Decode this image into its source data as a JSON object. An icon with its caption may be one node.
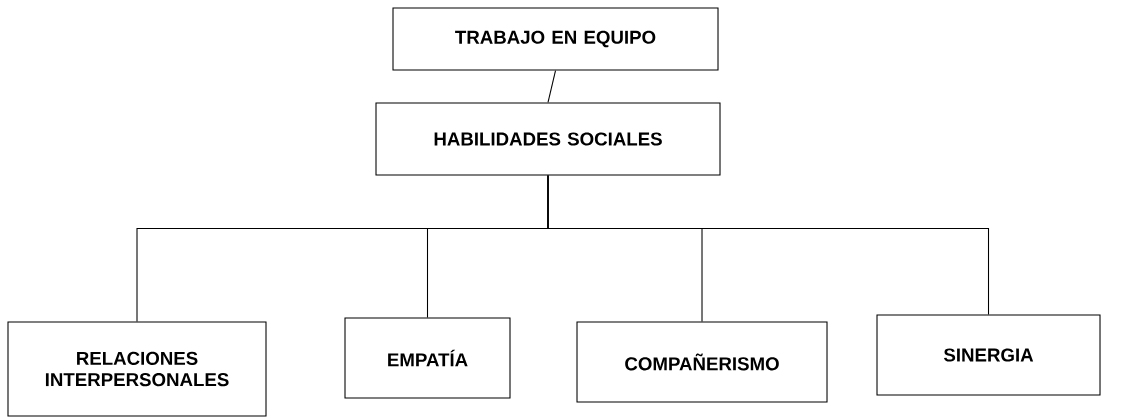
{
  "diagram": {
    "nodes": [
      {
        "text": [
          "TRABAJO EN EQUIPO"
        ]
      },
      {
        "text": [
          "HABILIDADES SOCIALES"
        ]
      },
      {
        "text": [
          "RELACIONES INTERPERSONALES"
        ]
      },
      {
        "text": [
          "EMPATÍA"
        ]
      },
      {
        "text": [
          "COMPAÑERISMO"
        ]
      },
      {
        "text": [
          "SINERGIA"
        ]
      }
    ],
    "edges": [
      {
        "from": 0,
        "to": 1,
        "arrow": "none"
      },
      {
        "from": 1,
        "to": 2,
        "arrow": "none"
      },
      {
        "from": 1,
        "to": 3,
        "arrow": "none"
      },
      {
        "from": 1,
        "to": 4,
        "arrow": "none"
      },
      {
        "from": 1,
        "to": 5,
        "arrow": "none"
      }
    ]
  }
}
